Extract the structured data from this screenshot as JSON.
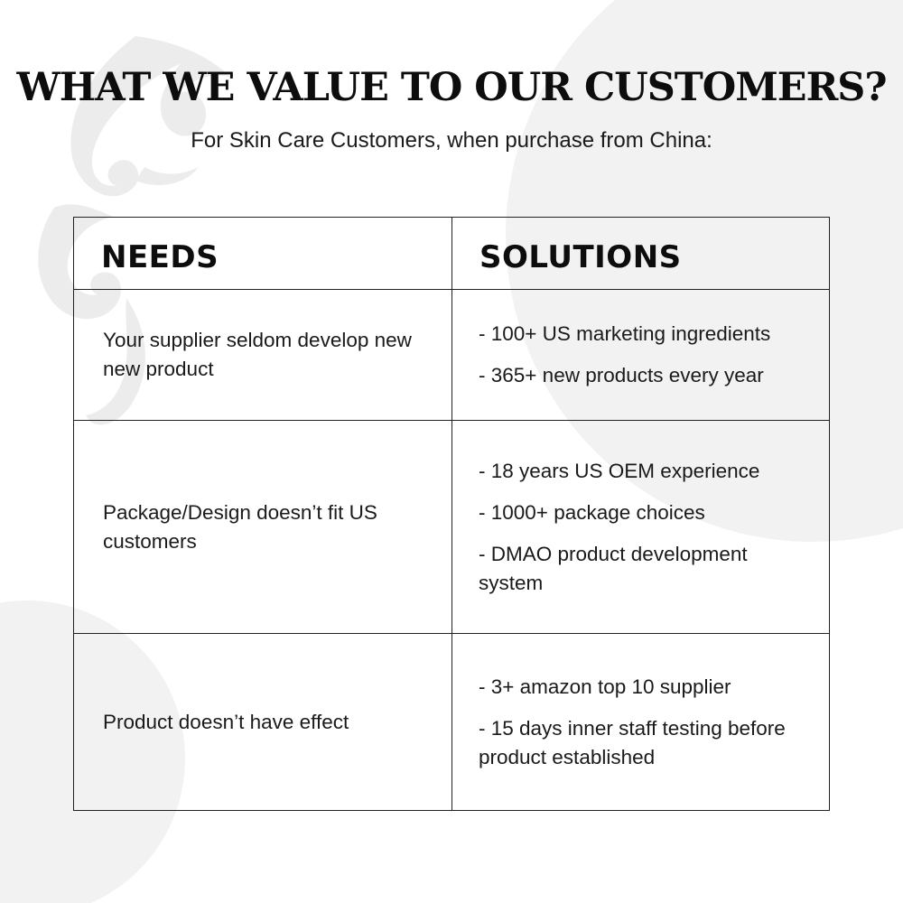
{
  "header": {
    "title": "WHAT WE VALUE TO OUR CUSTOMERS?",
    "subtitle": "For Skin Care Customers, when purchase from China:"
  },
  "table": {
    "columns": [
      "NEEDS",
      "SOLUTIONS"
    ],
    "rows": [
      {
        "need": "Your supplier seldom develop new new product",
        "solutions": [
          "- 100+ US marketing ingredients",
          "- 365+ new products every year"
        ]
      },
      {
        "need": "Package/Design doesn’t fit US customers",
        "solutions": [
          "- 18 years US OEM experience",
          "- 1000+ package choices",
          "- DMAO product development system"
        ]
      },
      {
        "need": "Product doesn’t have effect",
        "solutions": [
          "- 3+ amazon top 10 supplier",
          "- 15 days inner staff testing before product established"
        ]
      }
    ]
  },
  "colors": {
    "background": "#ffffff",
    "decor": "#f0f0f0",
    "border": "#222222",
    "text": "#111111"
  },
  "icons": {
    "background_ornament": "floral-ornament-icon"
  }
}
